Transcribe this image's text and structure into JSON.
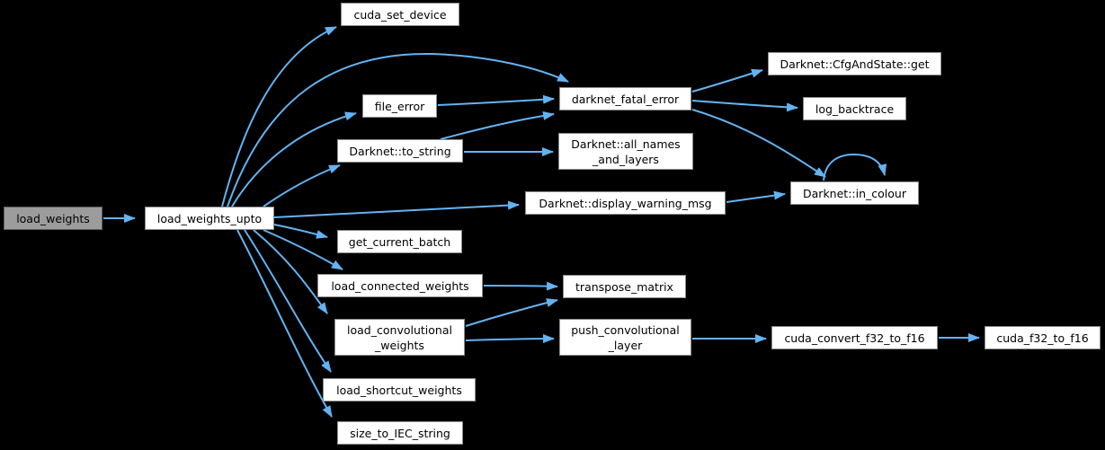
{
  "diagram": {
    "kind": "call-graph",
    "background_color": "#000000",
    "edge_color": "#63b3f3",
    "node_fill": "#ffffff",
    "node_border_color": "#8c8c8c",
    "current_node_fill": "#9c9c9c",
    "text_color": "#000000"
  },
  "nodes": [
    {
      "id": "load_weights",
      "label": "load_weights",
      "current": true
    },
    {
      "id": "load_weights_upto",
      "label": "load_weights_upto"
    },
    {
      "id": "cuda_set_device",
      "label": "cuda_set_device"
    },
    {
      "id": "file_error",
      "label": "file_error"
    },
    {
      "id": "darknet_fatal_error",
      "label": "darknet_fatal_error"
    },
    {
      "id": "cfg_and_state_get",
      "label": "Darknet::CfgAndState::get"
    },
    {
      "id": "log_backtrace",
      "label": "log_backtrace"
    },
    {
      "id": "to_string",
      "label": "Darknet::to_string"
    },
    {
      "id": "all_names_and_layers",
      "label": "Darknet::all_names\n_and_layers"
    },
    {
      "id": "display_warning_msg",
      "label": "Darknet::display_warning_msg"
    },
    {
      "id": "in_colour",
      "label": "Darknet::in_colour"
    },
    {
      "id": "get_current_batch",
      "label": "get_current_batch"
    },
    {
      "id": "load_connected_weights",
      "label": "load_connected_weights"
    },
    {
      "id": "transpose_matrix",
      "label": "transpose_matrix"
    },
    {
      "id": "load_convolutional_weights",
      "label": "load_convolutional\n_weights"
    },
    {
      "id": "push_convolutional_layer",
      "label": "push_convolutional\n_layer"
    },
    {
      "id": "load_shortcut_weights",
      "label": "load_shortcut_weights"
    },
    {
      "id": "size_to_IEC_string",
      "label": "size_to_IEC_string"
    },
    {
      "id": "cuda_convert_f32_to_f16",
      "label": "cuda_convert_f32_to_f16"
    },
    {
      "id": "cuda_f32_to_f16",
      "label": "cuda_f32_to_f16"
    }
  ],
  "edges": [
    {
      "from": "load_weights",
      "to": "load_weights_upto"
    },
    {
      "from": "load_weights_upto",
      "to": "cuda_set_device"
    },
    {
      "from": "load_weights_upto",
      "to": "darknet_fatal_error"
    },
    {
      "from": "load_weights_upto",
      "to": "file_error"
    },
    {
      "from": "load_weights_upto",
      "to": "Darknet::to_string"
    },
    {
      "from": "load_weights_upto",
      "to": "Darknet::display_warning_msg"
    },
    {
      "from": "load_weights_upto",
      "to": "get_current_batch"
    },
    {
      "from": "load_weights_upto",
      "to": "load_connected_weights"
    },
    {
      "from": "load_weights_upto",
      "to": "load_convolutional_weights"
    },
    {
      "from": "load_weights_upto",
      "to": "load_shortcut_weights"
    },
    {
      "from": "load_weights_upto",
      "to": "size_to_IEC_string"
    },
    {
      "from": "file_error",
      "to": "darknet_fatal_error"
    },
    {
      "from": "Darknet::to_string",
      "to": "darknet_fatal_error"
    },
    {
      "from": "Darknet::to_string",
      "to": "Darknet::all_names_and_layers"
    },
    {
      "from": "darknet_fatal_error",
      "to": "Darknet::CfgAndState::get"
    },
    {
      "from": "darknet_fatal_error",
      "to": "log_backtrace"
    },
    {
      "from": "darknet_fatal_error",
      "to": "Darknet::in_colour"
    },
    {
      "from": "Darknet::display_warning_msg",
      "to": "Darknet::in_colour"
    },
    {
      "from": "Darknet::in_colour",
      "to": "Darknet::in_colour"
    },
    {
      "from": "load_connected_weights",
      "to": "transpose_matrix"
    },
    {
      "from": "load_convolutional_weights",
      "to": "transpose_matrix"
    },
    {
      "from": "load_convolutional_weights",
      "to": "push_convolutional_layer"
    },
    {
      "from": "push_convolutional_layer",
      "to": "cuda_convert_f32_to_f16"
    },
    {
      "from": "cuda_convert_f32_to_f16",
      "to": "cuda_f32_to_f16"
    }
  ]
}
